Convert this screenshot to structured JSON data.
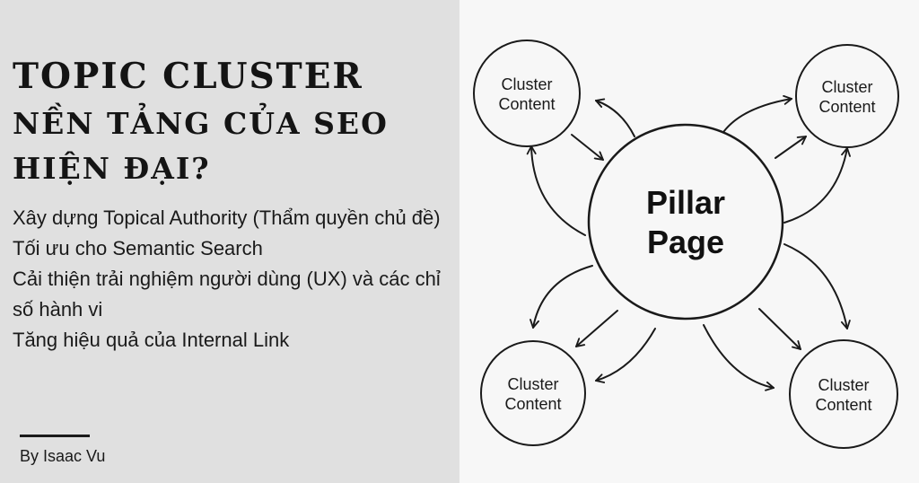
{
  "heading": {
    "line1": "TOPIC CLUSTER",
    "line2": "NỀN TẢNG CỦA SEO",
    "line3": "HIỆN ĐẠI?"
  },
  "benefits": [
    "Xây dựng Topical Authority (Thẩm quyền chủ đề)",
    "Tối ưu cho Semantic Search",
    "Cải thiện trải nghiệm người dùng (UX) và các chỉ số hành vi",
    "Tăng hiệu quả của Internal Link"
  ],
  "author": "By Isaac Vu",
  "diagram": {
    "pillar": {
      "line1": "Pillar",
      "line2": "Page"
    },
    "clusters": [
      {
        "id": "top-left",
        "line1": "Cluster",
        "line2": "Content"
      },
      {
        "id": "top-right",
        "line1": "Cluster",
        "line2": "Content"
      },
      {
        "id": "bottom-left",
        "line1": "Cluster",
        "line2": "Content"
      },
      {
        "id": "bottom-right",
        "line1": "Cluster",
        "line2": "Content"
      }
    ]
  },
  "colors": {
    "left_background": "#e0e0e0",
    "right_background": "#f7f7f7",
    "ink": "#1a1a1a"
  }
}
